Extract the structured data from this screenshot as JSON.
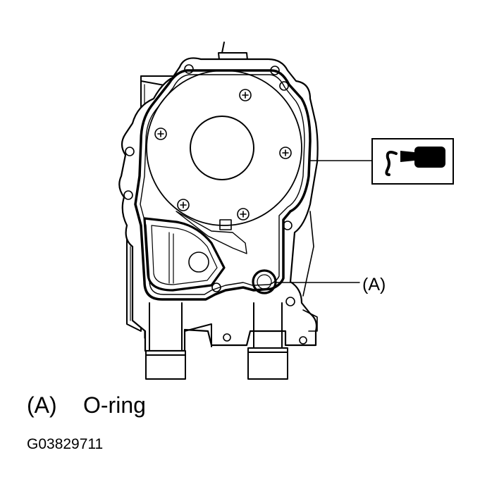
{
  "callout": {
    "label": "(A)"
  },
  "legend": {
    "key": "(A)",
    "text": "O-ring"
  },
  "figure": {
    "id": "G03829711"
  },
  "icons": {
    "sealant": "liquid-gasket-sealant-icon"
  }
}
